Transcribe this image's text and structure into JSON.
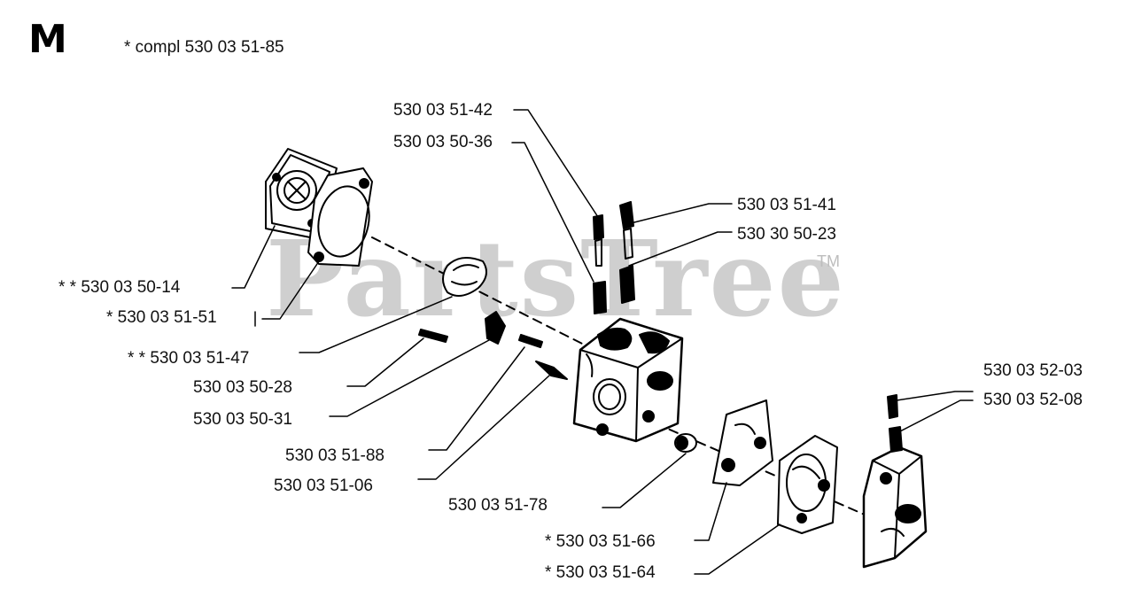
{
  "section_letter": "M",
  "kit_note": "* compl 530 03 51-85",
  "watermark": "PartsTree",
  "trademark": "TM",
  "callouts": [
    {
      "id": "c1",
      "text": "530 03 51-42"
    },
    {
      "id": "c2",
      "text": "530 03 50-36"
    },
    {
      "id": "c3",
      "text": "530 03 51-41"
    },
    {
      "id": "c4",
      "text": "530 30 50-23"
    },
    {
      "id": "c5",
      "text": "* * 530 03 50-14"
    },
    {
      "id": "c6",
      "text": "* 530 03 51-51"
    },
    {
      "id": "c7",
      "text": "* * 530 03 51-47"
    },
    {
      "id": "c8",
      "text": "530 03 50-28"
    },
    {
      "id": "c9",
      "text": "530 03 50-31"
    },
    {
      "id": "c10",
      "text": "530 03 51-88"
    },
    {
      "id": "c11",
      "text": "530 03 51-06"
    },
    {
      "id": "c12",
      "text": "530 03 51-78"
    },
    {
      "id": "c13",
      "text": "530 03 52-03"
    },
    {
      "id": "c14",
      "text": "530 03 52-08"
    },
    {
      "id": "c15",
      "text": "* 530 03 51-66"
    },
    {
      "id": "c16",
      "text": "* 530 03 51-64"
    }
  ]
}
